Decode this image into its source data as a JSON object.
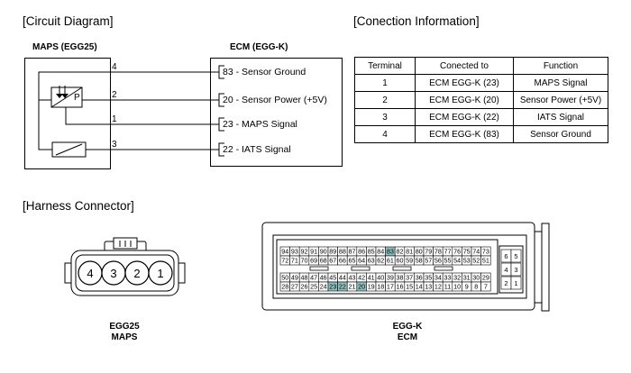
{
  "sections": {
    "circuit": "[Circuit Diagram]",
    "connection": "[Conection Information]",
    "harness": "[Harness Connector]"
  },
  "maps": {
    "title": "MAPS (EGG25)",
    "pins": [
      "4",
      "2",
      "1",
      "3"
    ],
    "sensor_letter": "P"
  },
  "ecm": {
    "title": "ECM (EGG-K)",
    "signals": [
      "83 - Sensor Ground",
      "20 - Sensor Power (+5V)",
      "23 - MAPS Signal",
      "22 - IATS Signal"
    ]
  },
  "table": {
    "headers": [
      "Terminal",
      "Conected to",
      "Function"
    ],
    "rows": [
      [
        "1",
        "ECM EGG-K (23)",
        "MAPS Signal"
      ],
      [
        "2",
        "ECM EGG-K (20)",
        "Sensor Power (+5V)"
      ],
      [
        "3",
        "ECM EGG-K (22)",
        "IATS Signal"
      ],
      [
        "4",
        "ECM EGG-K (83)",
        "Sensor Ground"
      ]
    ]
  },
  "egg25": {
    "pins": [
      "4",
      "3",
      "2",
      "1"
    ],
    "name": "EGG25",
    "label": "MAPS"
  },
  "eggk": {
    "name": "EGG-K",
    "label": "ECM",
    "rows": [
      [
        "94",
        "93",
        "92",
        "91",
        "90",
        "89",
        "88",
        "87",
        "86",
        "85",
        "84",
        "83",
        "82",
        "81",
        "80",
        "79",
        "78",
        "77",
        "76",
        "75",
        "74",
        "73"
      ],
      [
        "72",
        "71",
        "70",
        "69",
        "68",
        "67",
        "66",
        "65",
        "64",
        "63",
        "62",
        "61",
        "60",
        "59",
        "58",
        "57",
        "56",
        "55",
        "54",
        "53",
        "52",
        "51"
      ],
      [
        "50",
        "49",
        "48",
        "47",
        "46",
        "45",
        "44",
        "43",
        "42",
        "41",
        "40",
        "39",
        "38",
        "37",
        "36",
        "35",
        "34",
        "33",
        "32",
        "31",
        "30",
        "29"
      ],
      [
        "28",
        "27",
        "26",
        "25",
        "24",
        "23",
        "22",
        "21",
        "20",
        "19",
        "18",
        "17",
        "16",
        "15",
        "14",
        "13",
        "12",
        "11",
        "10",
        "9",
        "8",
        "7"
      ]
    ],
    "side_pins": [
      [
        "6",
        "5"
      ],
      [
        "4",
        "3"
      ],
      [
        "2",
        "1"
      ]
    ],
    "highlighted": [
      "83",
      "23",
      "22",
      "20"
    ]
  },
  "colors": {
    "highlight": "#8fbfbf"
  }
}
